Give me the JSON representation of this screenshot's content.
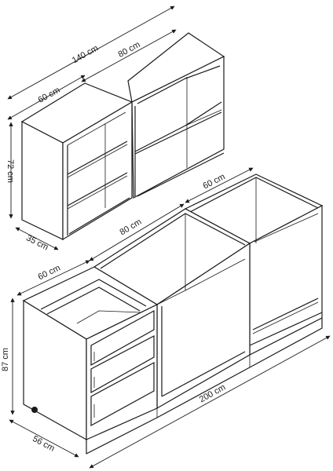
{
  "labels": {
    "upper_total_width": "140 cm",
    "upper_right_width": "80 cm",
    "upper_left_width": "60 cm",
    "upper_height": "72 cm",
    "upper_depth": "35 cm",
    "lower_right_width": "60 cm",
    "lower_middle_width": "80 cm",
    "lower_left_width": "60 cm",
    "lower_height": "87 cm",
    "lower_depth": "56 cm",
    "lower_total_width": "200 cm"
  }
}
